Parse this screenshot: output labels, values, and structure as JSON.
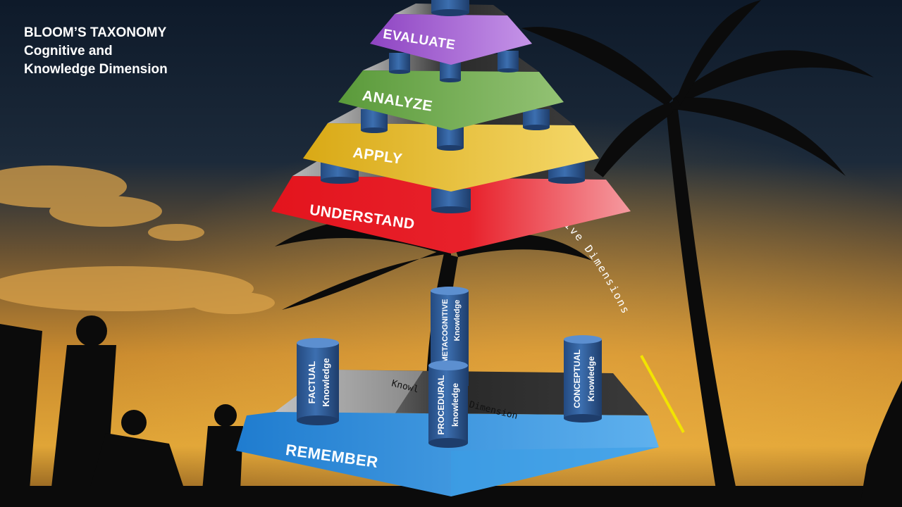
{
  "title": {
    "line1": "BLOOM’S TAXONOMY",
    "line2": "Cognitive and",
    "line3": "Knowledge Dimension"
  },
  "tiers": {
    "evaluate": "EVALUATE",
    "analyze": "ANALYZE",
    "apply": "APPLY",
    "understand": "UNDERSTAND",
    "remember": "REMEMBER"
  },
  "knowledge": {
    "factual": {
      "line1": "FACTUAL",
      "line2": "Knowledge"
    },
    "metacognitive": {
      "line1": "METACOGNITIVE",
      "line2": "Knowledge"
    },
    "procedural": {
      "line1": "PROCEDURAL",
      "line2": "knowledge"
    },
    "conceptual": {
      "line1": "CONCEPTUAL",
      "line2": "Knowledge"
    }
  },
  "dimension_labels": {
    "knowledge_dimension_left": "Knowl",
    "knowledge_dimension_right": "Dimension",
    "cognitive_dimensions": "ive Dimensions"
  },
  "colors": {
    "evaluate": "#9b59c9",
    "analyze": "#6aa84f",
    "apply": "#e8c13a",
    "understand": "#e8212b",
    "remember": "#2f8fd6",
    "pillar": "#2e5e9e",
    "accent_line": "#f2e400"
  }
}
